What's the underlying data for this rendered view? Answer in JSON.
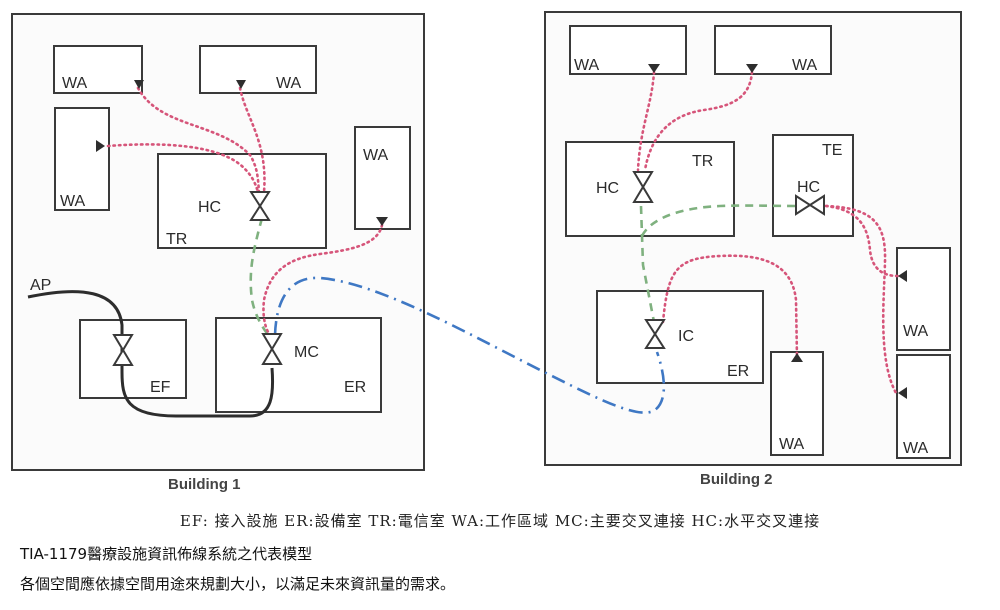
{
  "buildings": [
    {
      "label": "Building 1",
      "areas": {
        "wa_top_left": "WA",
        "wa_top_right": "WA",
        "wa_left": "WA",
        "wa_right": "WA",
        "tr": "TR",
        "hc": "HC",
        "ef": "EF",
        "er": "ER",
        "mc": "MC",
        "ap": "AP"
      }
    },
    {
      "label": "Building 2",
      "areas": {
        "wa_top_left": "WA",
        "wa_top_right": "WA",
        "tr": "TR",
        "hc_tr": "HC",
        "te": "TE",
        "hc_te": "HC",
        "er": "ER",
        "ic": "IC",
        "wa_bottom": "WA",
        "wa_right_upper": "WA",
        "wa_right_lower": "WA"
      }
    }
  ],
  "legend": "EF: 接入設施  ER:設備室  TR:電信室 WA:工作區域  MC:主要交叉連接  HC:水平交叉連接",
  "caption": {
    "title": "TIA-1179醫療設施資訊佈線系統之代表模型",
    "body": "各個空間應依據空間用途來規劃大小，以滿足未來資訊量的需求。"
  },
  "colors": {
    "horizontal_cabling": "#d6557a",
    "backbone_intra": "#7fb17f",
    "backbone_inter": "#3f78c4",
    "access_provider": "#2d2d2d"
  }
}
